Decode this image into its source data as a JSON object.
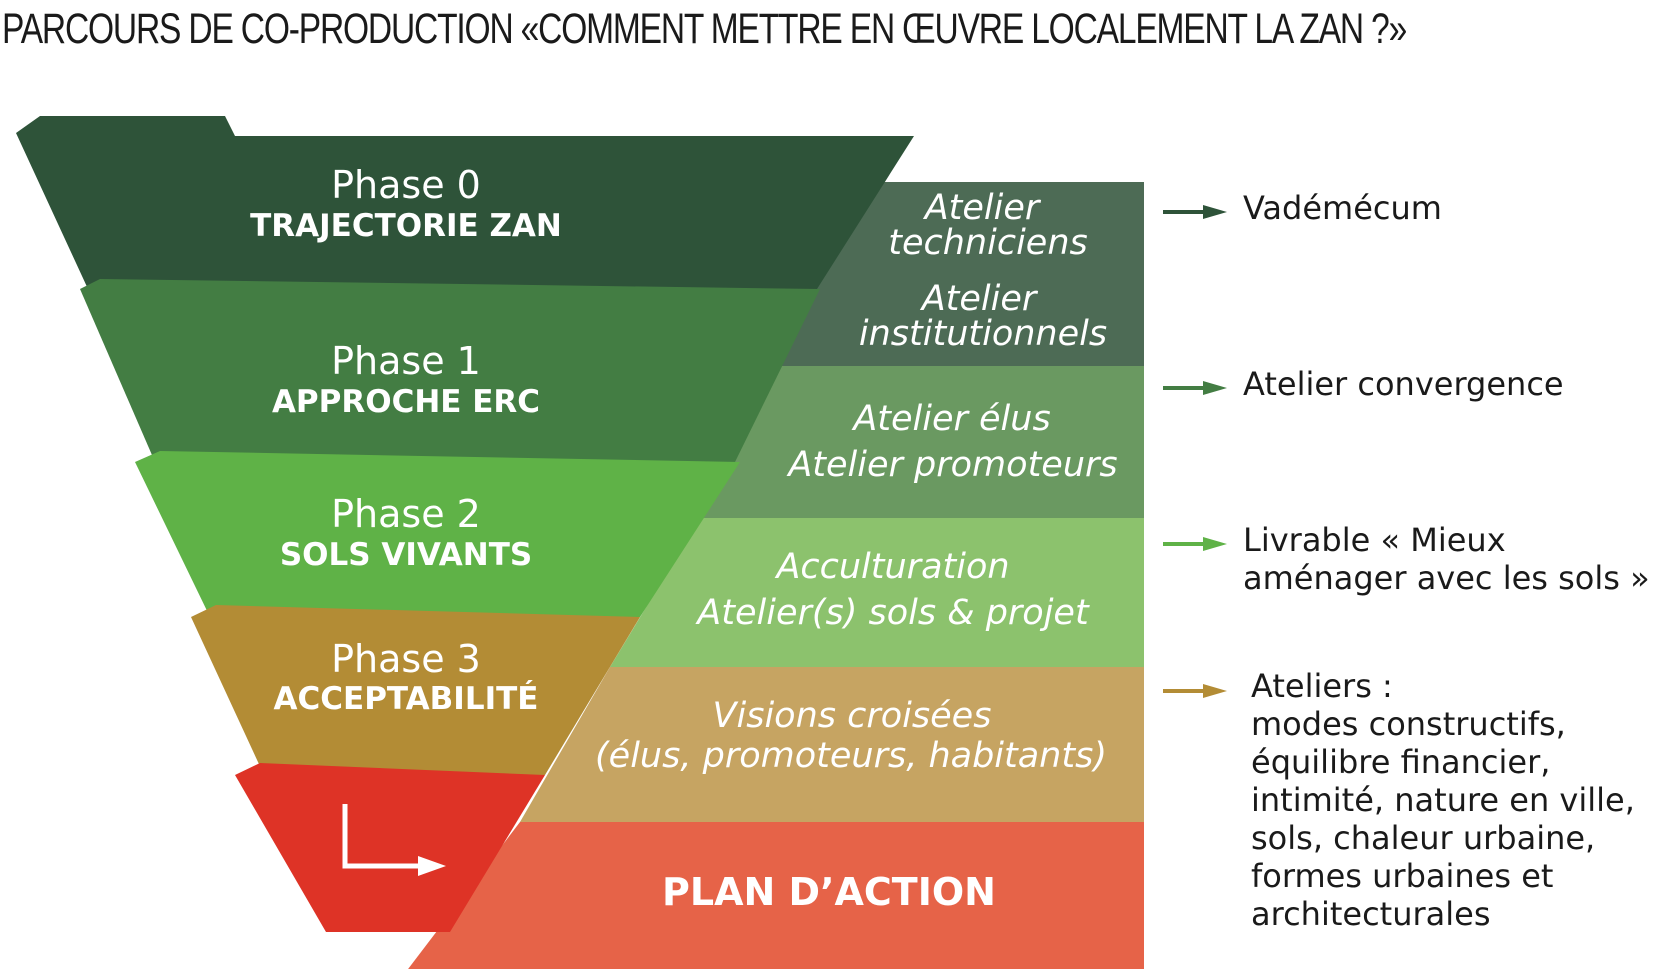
{
  "title": "PARCOURS DE CO-PRODUCTION «COMMENT METTRE EN ŒUVRE LOCALEMENT LA ZAN ?»",
  "phases": [
    {
      "label": "Phase 0",
      "name": "TRAJECTORIE ZAN",
      "color": "#2e5339"
    },
    {
      "label": "Phase 1",
      "name": "APPROCHE ERC",
      "color": "#437d43"
    },
    {
      "label": "Phase 2",
      "name": "SOLS VIVANTS",
      "color": "#5fb247"
    },
    {
      "label": "Phase 3",
      "name": "ACCEPTABILITÉ",
      "color": "#b38c35"
    },
    {
      "label": "",
      "name": "",
      "color": "#de3326"
    }
  ],
  "workshops": [
    {
      "lines": [
        "Atelier",
        "techniciens"
      ],
      "color": "#4d6b55"
    },
    {
      "lines": [
        "Atelier",
        "institutionnels"
      ],
      "color": "#4d6b55"
    },
    {
      "lines": [
        "Atelier élus",
        "Atelier promoteurs"
      ],
      "color": "#6a9961"
    },
    {
      "lines": [
        "Acculturation",
        "Atelier(s) sols & projet"
      ],
      "color": "#8cc26d"
    },
    {
      "lines": [
        "Visions croisées",
        "(élus, promoteurs, habitants)"
      ],
      "color": "#c6a462"
    }
  ],
  "plan_action": {
    "label": "PLAN D’ACTION",
    "color": "#e66348"
  },
  "outputs": [
    {
      "lines": [
        "Vadémécum"
      ],
      "arrow_color": "#2e5339"
    },
    {
      "lines": [
        "Atelier convergence"
      ],
      "arrow_color": "#437d43"
    },
    {
      "lines": [
        "Livrable « Mieux",
        "aménager avec les sols »"
      ],
      "arrow_color": "#5fb247"
    },
    {
      "lines": [
        "Ateliers :",
        "modes constructifs,",
        "équilibre financier,",
        "intimité, nature en ville,",
        "sols, chaleur urbaine,",
        "formes urbaines et",
        "architecturales"
      ],
      "arrow_color": "#b38c35"
    }
  ]
}
